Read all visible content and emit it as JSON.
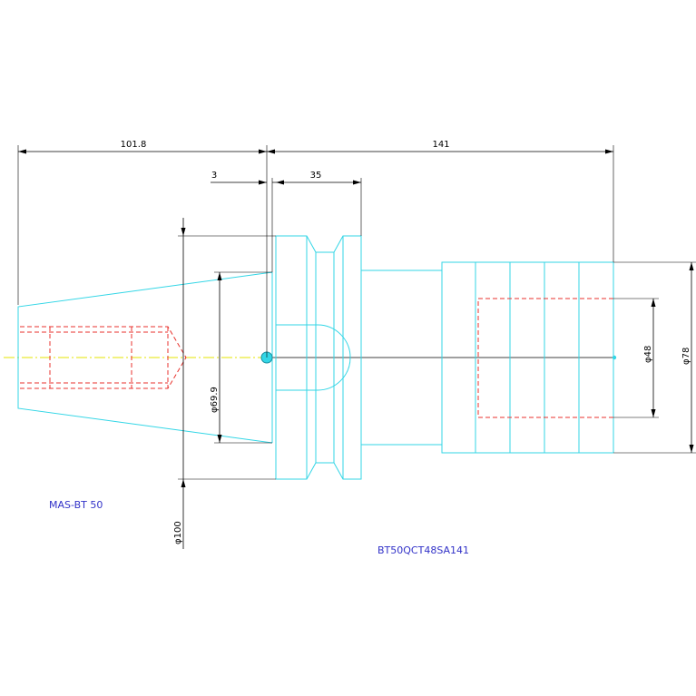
{
  "drawing": {
    "dimensions": {
      "left_length": "101.8",
      "right_length": "141",
      "offset": "3",
      "flange_width": "35",
      "flange_dia": "φ100",
      "taper_dia": "φ69.9",
      "bore_dia": "φ48",
      "shank_dia": "φ78"
    },
    "notes": {
      "standard": "MAS-BT 50",
      "part_number": "BT50QCT48SA141"
    },
    "colors": {
      "outline": "#33d6e6",
      "hidden": "#e8322c",
      "centerline": "#e6e600",
      "dimension": "#000000",
      "note": "#3232c8"
    }
  }
}
